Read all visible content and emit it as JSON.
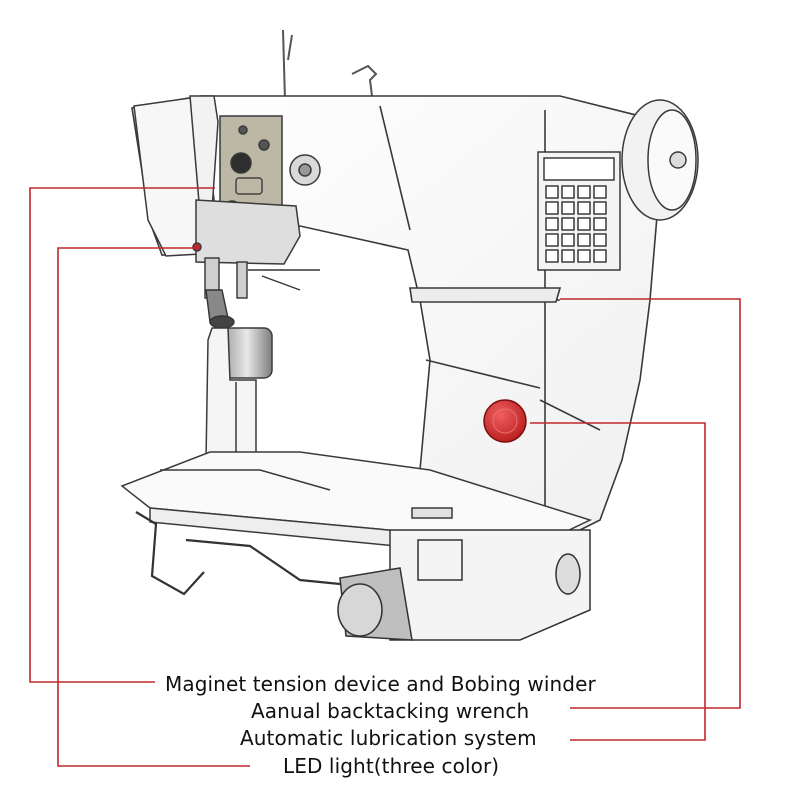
{
  "callouts": [
    {
      "label": "Maginet tension device and Bobing winder",
      "side": "left"
    },
    {
      "label": "Aanual backtacking wrench",
      "side": "right"
    },
    {
      "label": "Automatic lubrication system",
      "side": "right"
    },
    {
      "label": "LED light(three color)",
      "side": "left"
    }
  ],
  "colors": {
    "leader_line": "#c0282d",
    "outline": "#3a3a3a",
    "light_outline": "#8a8a8a",
    "panel_fill": "#f4f4f4",
    "plate_fill": "#bdb7a6",
    "button_fill": "#d42a2a"
  },
  "icons": {
    "control_panel": "keypad-icon",
    "red_button": "lubrication-button-icon",
    "handwheel": "handwheel-icon",
    "motor": "motor-icon"
  }
}
